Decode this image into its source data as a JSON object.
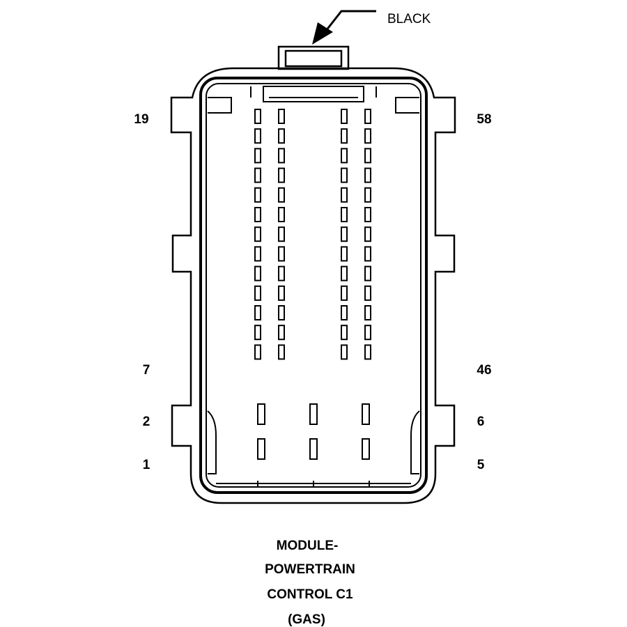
{
  "color_label": "BLACK",
  "pin_labels": {
    "left_top": "19",
    "right_top": "58",
    "left_mid": "7",
    "right_mid": "46",
    "left_row2": "2",
    "right_row2": "6",
    "left_row1": "1",
    "right_row1": "5"
  },
  "caption": [
    "MODULE-",
    "POWERTRAIN",
    "CONTROL C1",
    "(GAS)"
  ],
  "terminals": {
    "upper_columns": 4,
    "upper_rows": 13,
    "lower_columns": 3,
    "lower_rows": 2
  },
  "colors": {
    "stroke": "#000000",
    "background": "#ffffff"
  }
}
